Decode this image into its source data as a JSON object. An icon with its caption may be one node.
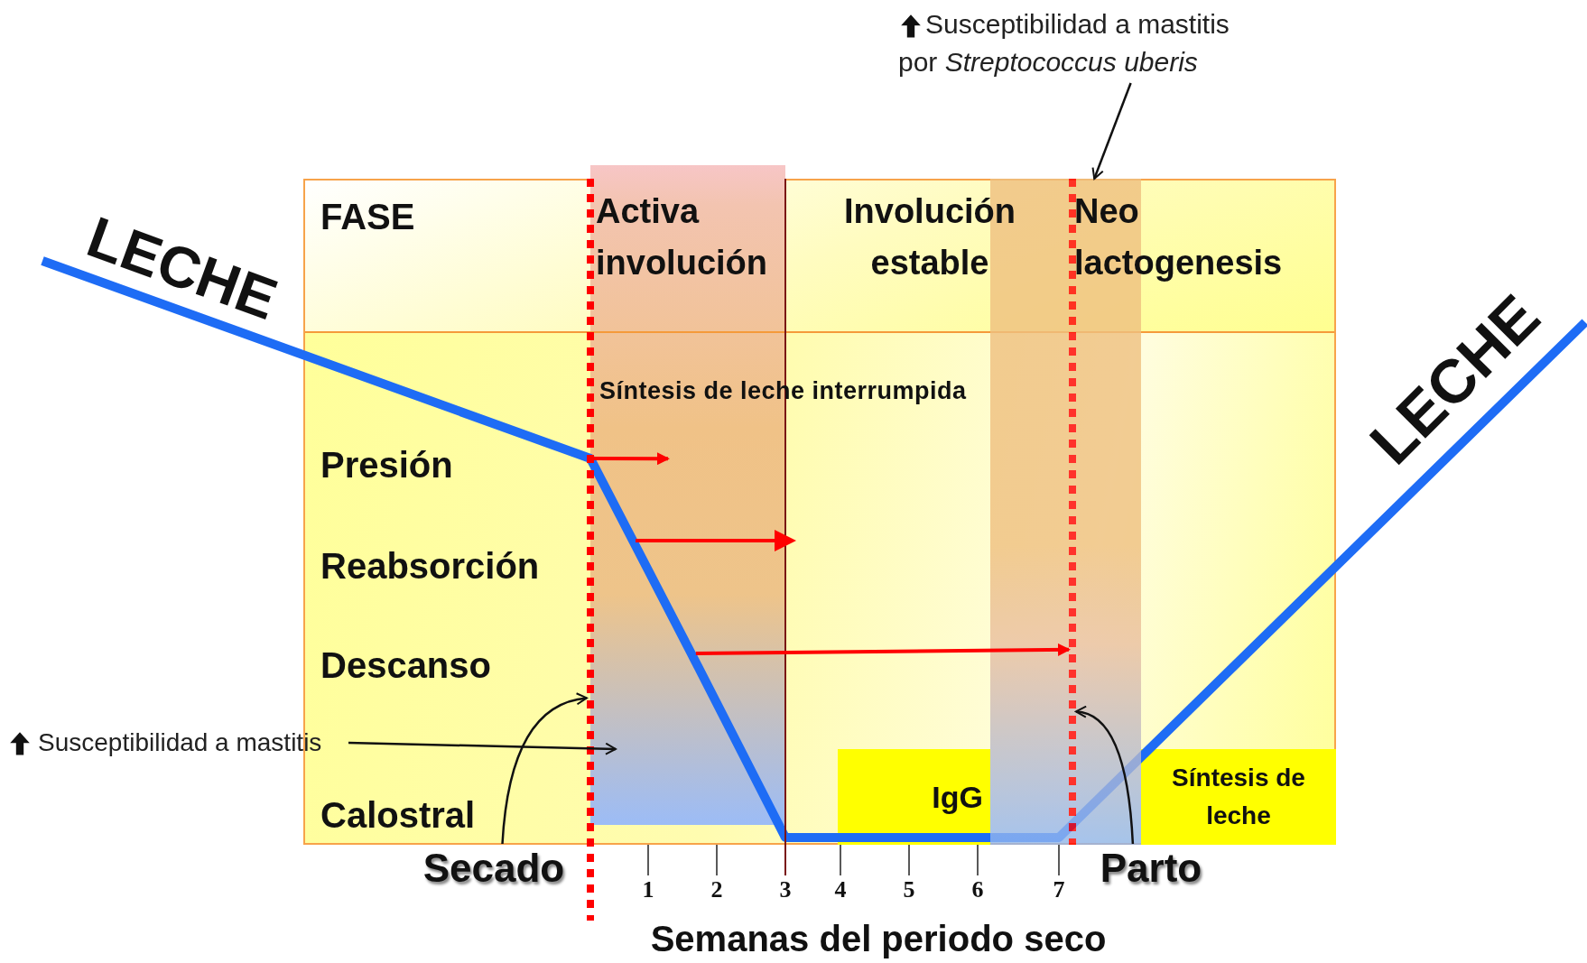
{
  "diagram": {
    "nodes": [
      {
        "text": [
          "Susceptibilidad a mastitis por *Streptococcus uberis*"
        ]
      },
      {
        "text": [],
        "shape": "line"
      },
      {
        "text": [],
        "shape": "bar"
      },
      {
        "text": [],
        "shape": "bar"
      },
      {
        "text": [],
        "shape": "line",
        "in": 3
      },
      {
        "text": [
          "Susceptibilidad a mastitis"
        ]
      },
      {
        "text": [
          "IgG"
        ]
      },
      {
        "text": [
          "Síntesis de leche"
        ]
      },
      {
        "text": [
          "Secado"
        ]
      },
      {
        "text": [
          "Parto"
        ]
      }
    ],
    "edges": [
      {
        "from": 0,
        "to": 3,
        "arrow": "to"
      },
      {
        "from": 5,
        "to": 2,
        "arrow": "to"
      },
      {
        "from": 8,
        "to": 1,
        "arrow": "to"
      },
      {
        "from": 9,
        "to": 4,
        "arrow": "to"
      },
      {
        "from": 1,
        "to": 2,
        "arrow": "to",
        "color": "#ff0000"
      },
      {
        "from": 2,
        "to": 4,
        "arrow": "to",
        "color": "#ff0000"
      }
    ],
    "labels": [
      "LECHE",
      "FASE",
      "Activa involución",
      "Involución estable",
      "Neo lactogenesis",
      "LECHE",
      "Síntesis de leche interrumpida",
      "Presión",
      "Reabsorción",
      "Descanso",
      "Calostral",
      "1",
      "2",
      "3",
      "4",
      "5",
      "6",
      "7",
      "Semanas del periodo seco"
    ]
  }
}
